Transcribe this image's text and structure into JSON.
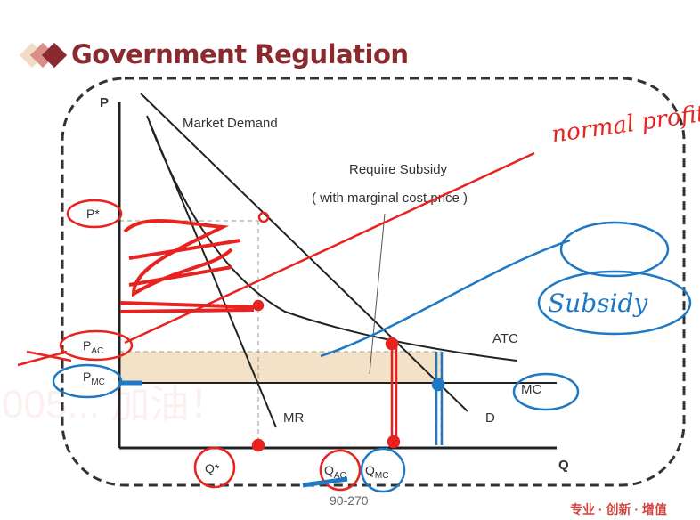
{
  "slide": {
    "title": "Government Regulation",
    "footer": "90-270",
    "slogan": "专业 · 创新 · 增值",
    "watermark": "005... 加油！"
  },
  "diagram": {
    "axis_y": "P",
    "axis_x": "Q",
    "market_demand": "Market Demand",
    "require_subsidy": "Require Subsidy",
    "with_mc_price": "( with marginal cost price )",
    "atc": "ATC",
    "mc": "MC",
    "d": "D",
    "mr": "MR",
    "p_star": "P*",
    "p_ac": {
      "base": "P",
      "sub": "AC"
    },
    "p_mc": {
      "base": "P",
      "sub": "MC"
    },
    "q_star": "Q*",
    "q_ac": {
      "base": "Q",
      "sub": "AC"
    },
    "q_mc": {
      "base": "Q",
      "sub": "MC"
    }
  },
  "annotations": {
    "red_note": "normal profit",
    "blue_note": "Subsidy",
    "colors": {
      "red": "#e8231f",
      "blue": "#1f78c4",
      "subsidy_area": "#f4e2c8",
      "title": "#8b2a2e"
    }
  }
}
